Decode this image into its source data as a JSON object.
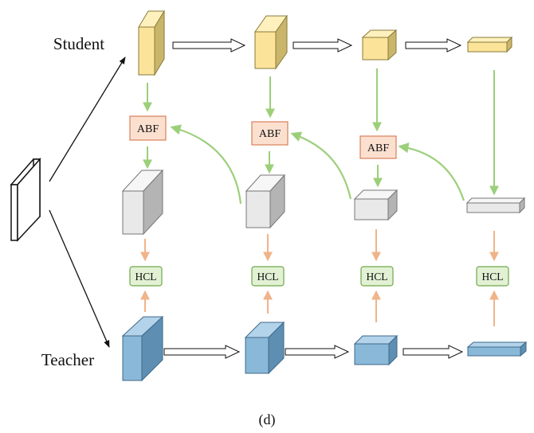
{
  "labels": {
    "student": "Student",
    "teacher": "Teacher",
    "caption": "(d)"
  },
  "modules": {
    "abf": "ABF",
    "hcl": "HCL"
  },
  "colors": {
    "student_front": "#fbe49a",
    "student_side": "#c9b66a",
    "student_top": "#fff1bd",
    "student_stroke": "#8a7a3a",
    "teacher_front": "#8ab8d8",
    "teacher_side": "#5e8fb2",
    "teacher_top": "#b3d3ea",
    "teacher_stroke": "#3d6a8a",
    "gray_front": "#e9e9e9",
    "gray_side": "#b4b4b4",
    "gray_top": "#f6f6f6",
    "gray_stroke": "#777777",
    "abf_fill": "#fbe0d0",
    "abf_stroke": "#d9805a",
    "hcl_fill": "#e2f1d4",
    "hcl_stroke": "#6ea84a",
    "green_arrow": "#9ccf7a",
    "orange_arrow": "#f0b48a"
  }
}
